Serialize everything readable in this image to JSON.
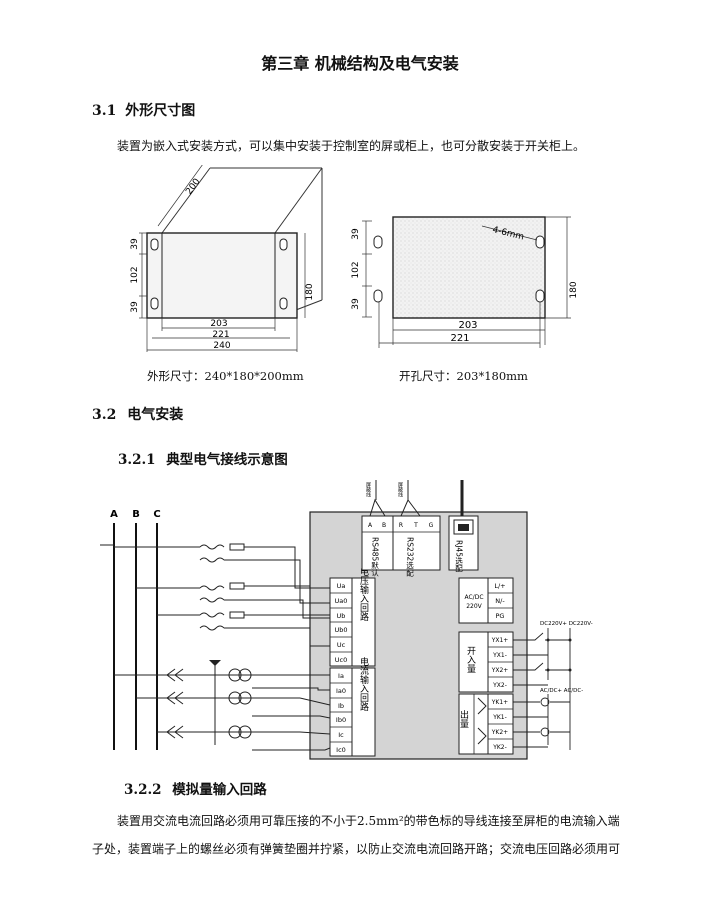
{
  "chapter_title": "第三章  机械结构及电气安装",
  "sec31": {
    "number": "3.1",
    "title": "外形尺寸图",
    "intro": "装置为嵌入式安装方式，可以集中安装于控制室的屏或柜上，也可分散安装于开关柜上。",
    "caption_outline": "外形尺寸：240*180*200mm",
    "caption_cutout": "开孔尺寸：203*180mm"
  },
  "fig_outline": {
    "dim_depth": "200",
    "dim_top": "39",
    "dim_mid": "102",
    "dim_bot": "39",
    "dim_height": "180",
    "dim_w203": "203",
    "dim_w221": "221",
    "dim_w240": "240"
  },
  "fig_cutout": {
    "dim_top": "39",
    "dim_mid": "102",
    "dim_bot": "39",
    "dim_height": "180",
    "dim_w203": "203",
    "dim_w221": "221",
    "hole_label": "4-6mm"
  },
  "sec32": {
    "number": "3.2",
    "title": "电气安装"
  },
  "sec321": {
    "number": "3.2.1",
    "title": "典型电气接线示意图"
  },
  "wiring": {
    "phases": [
      "A",
      "B",
      "C"
    ],
    "comm_top_labels": [
      "屏蔽线",
      "屏蔽线"
    ],
    "rs485_pins": [
      "A",
      "B"
    ],
    "rs232_pins": [
      "R",
      "T",
      "G"
    ],
    "rs485_label": "RS485默认",
    "rs232_label": "RS232选配",
    "rj45_label": "RJ45选配",
    "voltage_terminals": [
      "Ua",
      "Ua0",
      "Ub",
      "Ub0",
      "Uc",
      "Uc0"
    ],
    "voltage_label": "电压输入回路",
    "current_terminals": [
      "Ia",
      "Ia0",
      "Ib",
      "Ib0",
      "Ic",
      "Ic0"
    ],
    "current_label": "电流输入回路",
    "power_terminals": [
      "L/+",
      "N/-",
      "PG"
    ],
    "power_label_1": "AC/DC",
    "power_label_2": "220V",
    "input_terminals": [
      "YX1+",
      "YX1-",
      "YX2+",
      "YX2-"
    ],
    "input_label": "开入量",
    "output_terminals": [
      "YK1+",
      "YK1-",
      "YK2+",
      "YK2-"
    ],
    "output_label": "出量",
    "dc_label": "DC220V+ DC220V-",
    "acdc_label": "AC/DC+ AC/DC-"
  },
  "sec322": {
    "number": "3.2.2",
    "title": "模拟量输入回路",
    "para_line1": "装置用交流电流回路必须用可靠压接的不小于2.5mm²的带色标的导线连接至屏柜的电流输入端",
    "para_line2": "子处，装置端子上的螺丝必须有弹簧垫圈并拧紧，以防止交流电流回路开路；交流电压回路必须用可"
  }
}
